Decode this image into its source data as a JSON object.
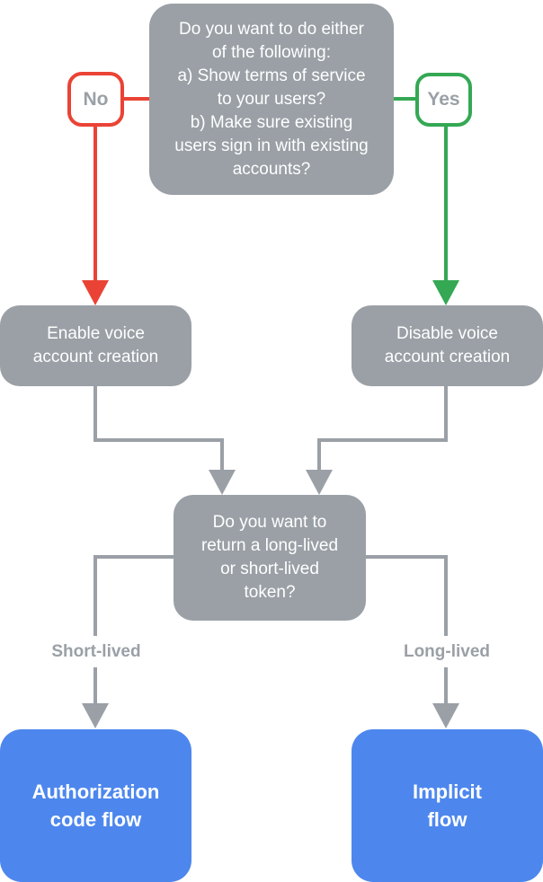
{
  "diagram": {
    "type": "flowchart",
    "colors": {
      "gray": "#9AA0A6",
      "red": "#EA4335",
      "green": "#34A853",
      "blue": "#4D87EE",
      "white": "#FFFFFF"
    },
    "nodes": {
      "question_terms": {
        "text": "Do you want to do either\nof the following:\na) Show terms of service\nto your users?\nb) Make sure existing\nusers sign in with existing\naccounts?"
      },
      "no_badge": {
        "text": "No"
      },
      "yes_badge": {
        "text": "Yes"
      },
      "enable_voice": {
        "text": "Enable voice\naccount creation"
      },
      "disable_voice": {
        "text": "Disable voice\naccount creation"
      },
      "question_token": {
        "text": "Do you want to\nreturn a long-lived\nor short-lived\ntoken?"
      },
      "short_lived_label": {
        "text": "Short-lived"
      },
      "long_lived_label": {
        "text": "Long-lived"
      },
      "authorization_code_flow": {
        "text": "Authorization\ncode flow"
      },
      "implicit_flow": {
        "text": "Implicit\nflow"
      }
    },
    "edges": [
      {
        "from": "question_terms",
        "to": "enable_voice",
        "label": "No",
        "color": "#EA4335"
      },
      {
        "from": "question_terms",
        "to": "disable_voice",
        "label": "Yes",
        "color": "#34A853"
      },
      {
        "from": "enable_voice",
        "to": "question_token",
        "label": "",
        "color": "#9AA0A6"
      },
      {
        "from": "disable_voice",
        "to": "question_token",
        "label": "",
        "color": "#9AA0A6"
      },
      {
        "from": "question_token",
        "to": "authorization_code_flow",
        "label": "Short-lived",
        "color": "#9AA0A6"
      },
      {
        "from": "question_token",
        "to": "implicit_flow",
        "label": "Long-lived",
        "color": "#9AA0A6"
      }
    ]
  }
}
